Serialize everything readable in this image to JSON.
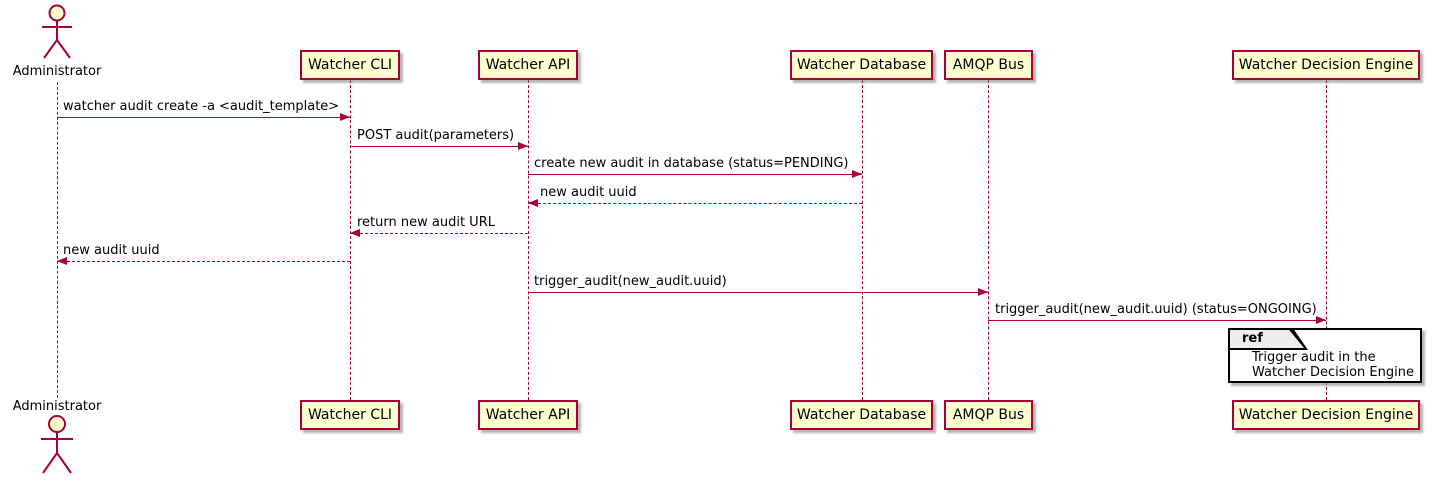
{
  "diagram_type": "plantuml-sequence",
  "colors": {
    "stroke": "#A80036",
    "participant_fill": "#FEFECE",
    "ref_tab_fill": "#EEEEEE",
    "ref_body_fill": "#FFFFFF",
    "text": "#000000"
  },
  "actor": {
    "name": "Administrator"
  },
  "participants": [
    {
      "label": "Watcher CLI"
    },
    {
      "label": "Watcher API"
    },
    {
      "label": "Watcher Database"
    },
    {
      "label": "AMQP Bus"
    },
    {
      "label": "Watcher Decision Engine"
    }
  ],
  "messages": [
    {
      "from": "Administrator",
      "to": "Watcher CLI",
      "style": "solid",
      "label": "watcher audit create -a <audit_template>"
    },
    {
      "from": "Watcher CLI",
      "to": "Watcher API",
      "style": "solid",
      "label": "POST audit(parameters)"
    },
    {
      "from": "Watcher API",
      "to": "Watcher Database",
      "style": "solid",
      "label": "create new audit in database (status=PENDING)"
    },
    {
      "from": "Watcher Database",
      "to": "Watcher API",
      "style": "dashed",
      "label": "new audit uuid"
    },
    {
      "from": "Watcher API",
      "to": "Watcher CLI",
      "style": "dashed",
      "label": "return new audit URL"
    },
    {
      "from": "Watcher CLI",
      "to": "Administrator",
      "style": "dashed",
      "label": "new audit uuid"
    },
    {
      "from": "Watcher API",
      "to": "AMQP Bus",
      "style": "solid",
      "label": "trigger_audit(new_audit.uuid)"
    },
    {
      "from": "AMQP Bus",
      "to": "Watcher Decision Engine",
      "style": "solid",
      "label": "trigger_audit(new_audit.uuid) (status=ONGOING)"
    }
  ],
  "ref": {
    "keyword": "ref",
    "over": "Watcher Decision Engine",
    "lines": [
      "Trigger audit in the",
      "Watcher Decision Engine"
    ]
  }
}
